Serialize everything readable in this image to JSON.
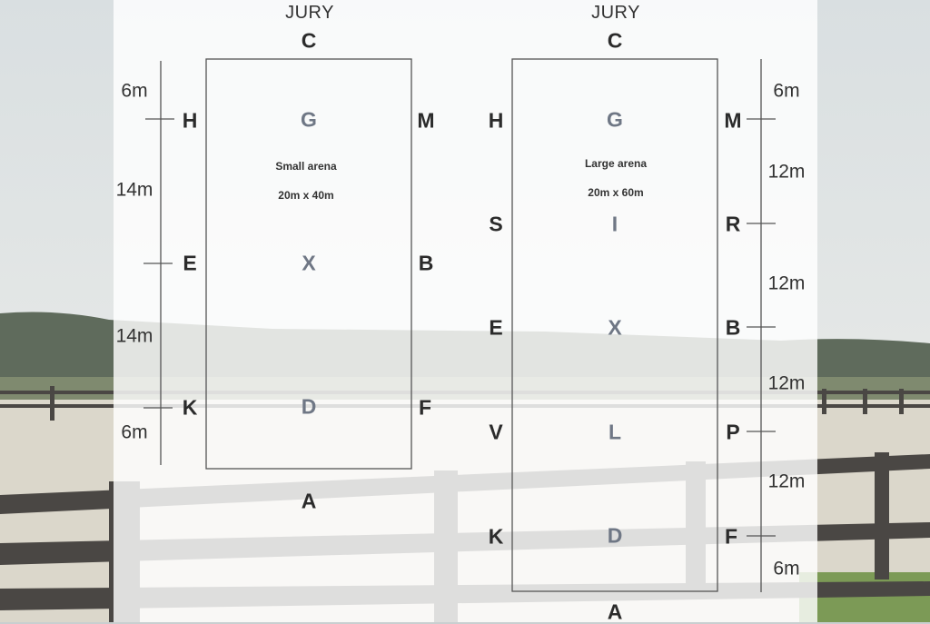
{
  "small_arena": {
    "jury": "JURY",
    "top": "C",
    "bottom": "A",
    "left_markers": [
      "H",
      "E",
      "K"
    ],
    "right_markers": [
      "M",
      "B",
      "F"
    ],
    "centre_markers": [
      "G",
      "X",
      "D"
    ],
    "name": "Small arena",
    "size": "20m x 40m",
    "distances": [
      "6m",
      "14m",
      "14m",
      "6m"
    ]
  },
  "large_arena": {
    "jury": "JURY",
    "top": "C",
    "bottom": "A",
    "left_markers": [
      "H",
      "S",
      "E",
      "V",
      "K"
    ],
    "right_markers": [
      "M",
      "R",
      "B",
      "P",
      "F"
    ],
    "centre_markers": [
      "G",
      "I",
      "X",
      "L",
      "D"
    ],
    "name": "Large arena",
    "size": "20m x 60m",
    "distances": [
      "6m",
      "12m",
      "12m",
      "12m",
      "12m",
      "6m"
    ]
  },
  "colors": {
    "sky": "#dde2e3",
    "sand": "#dcd8cc",
    "fence": "#4d4a47",
    "lines": "#555555",
    "centre_letters": "#6f7785"
  }
}
